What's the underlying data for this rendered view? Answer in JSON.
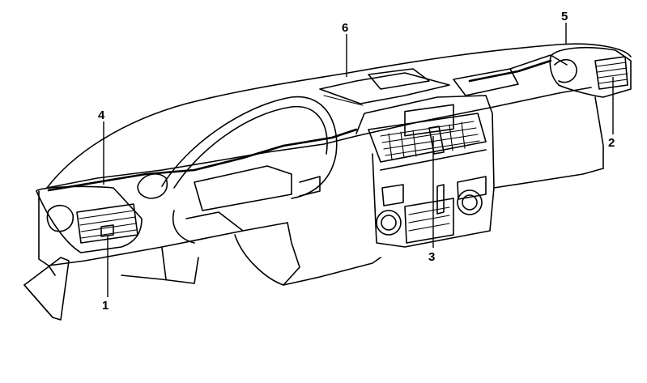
{
  "figure": {
    "callouts": [
      {
        "id": "c1",
        "label": "1"
      },
      {
        "id": "c2",
        "label": "2"
      },
      {
        "id": "c3",
        "label": "3"
      },
      {
        "id": "c4",
        "label": "4"
      },
      {
        "id": "c5",
        "label": "5"
      },
      {
        "id": "c6",
        "label": "6"
      }
    ]
  },
  "colors": {
    "line": "#000000",
    "background": "#ffffff"
  }
}
